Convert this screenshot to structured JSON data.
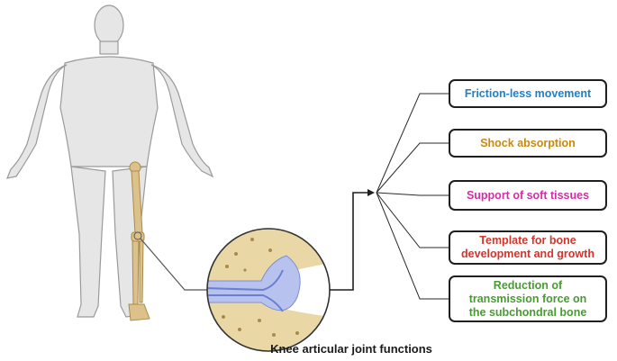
{
  "caption": "Knee articular joint functions",
  "functions": [
    {
      "label": "Friction-less movement",
      "color": "#1f7fc8"
    },
    {
      "label": "Shock absorption",
      "color": "#c98a0c"
    },
    {
      "label": "Support of soft tissues",
      "color": "#d42ea5"
    },
    {
      "label": "Template for bone\ndevelopment and growth",
      "color": "#d6332b"
    },
    {
      "label": "Reduction of\ntransmission force on\nthe subchondral bone",
      "color": "#4a9a34"
    }
  ],
  "colors": {
    "body_fill": "#e6e6e6",
    "body_stroke": "#9a9a9a",
    "bone": "#dcc18a",
    "cartilage": "#b7c3ee",
    "line": "#1f1f1f"
  }
}
